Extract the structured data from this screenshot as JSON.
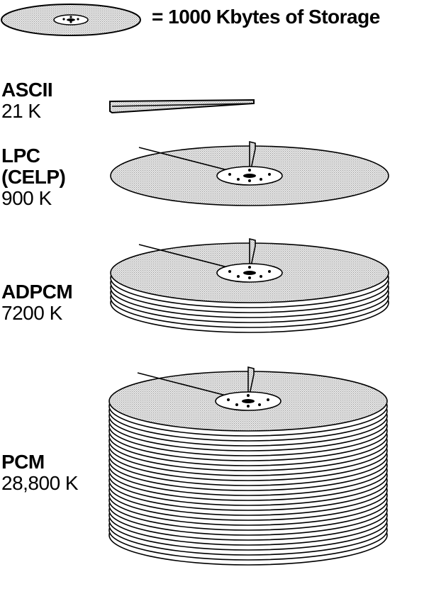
{
  "legend": {
    "text": "= 1000 Kbytes of Storage",
    "unit_kbytes": 1000
  },
  "colors": {
    "disc_fill": "#d9d9d9",
    "outline": "#000000",
    "hub": "#ffffff"
  },
  "stacks": [
    {
      "id": "ascii",
      "name": "ASCII",
      "size_label": "21 K",
      "kbytes": 21
    },
    {
      "id": "lpc",
      "name": "LPC",
      "name2": "(CELP)",
      "size_label": "900 K",
      "kbytes": 900
    },
    {
      "id": "adpcm",
      "name": "ADPCM",
      "size_label": "7200 K",
      "kbytes": 7200
    },
    {
      "id": "pcm",
      "name": "PCM",
      "size_label": "28,800 K",
      "kbytes": 28800
    }
  ]
}
